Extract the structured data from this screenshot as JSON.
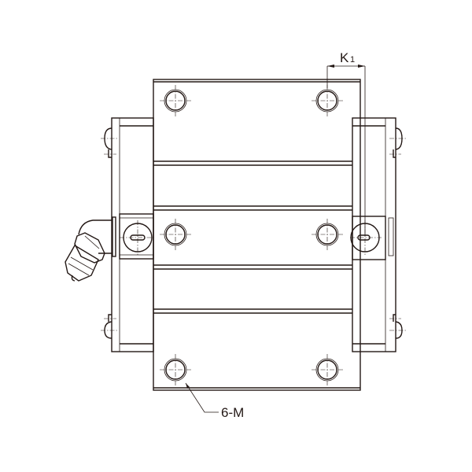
{
  "labels": {
    "k1_main": "K",
    "k1_sub": "1",
    "hole_callout": "6-M"
  },
  "colors": {
    "line": "#231815",
    "background": "#ffffff"
  }
}
